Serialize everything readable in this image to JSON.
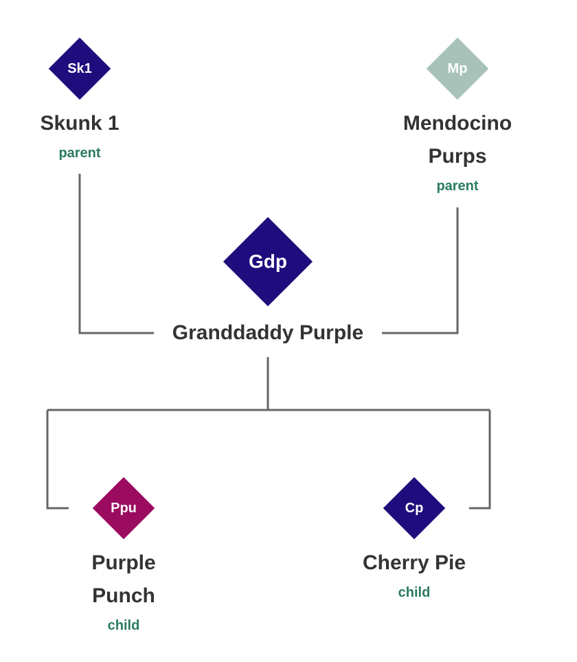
{
  "colors": {
    "line": "#666666",
    "indigo": "#1f0d7d",
    "sage": "#a8c2b9",
    "magenta": "#9b0b60",
    "role_text": "#2a7a63",
    "name_text": "#333333"
  },
  "parents": [
    {
      "abbr": "Sk1",
      "name_line1": "Skunk 1",
      "name_line2": "",
      "role": "parent",
      "color": "#1f0d7d"
    },
    {
      "abbr": "Mp",
      "name_line1": "Mendocino",
      "name_line2": "Purps",
      "role": "parent",
      "color": "#a8c2b9"
    }
  ],
  "center": {
    "abbr": "Gdp",
    "name": "Granddaddy Purple",
    "color": "#1f0d7d"
  },
  "children": [
    {
      "abbr": "Ppu",
      "name_line1": "Purple",
      "name_line2": "Punch",
      "role": "child",
      "color": "#9b0b60"
    },
    {
      "abbr": "Cp",
      "name_line1": "Cherry Pie",
      "name_line2": "",
      "role": "child",
      "color": "#1f0d7d"
    }
  ]
}
